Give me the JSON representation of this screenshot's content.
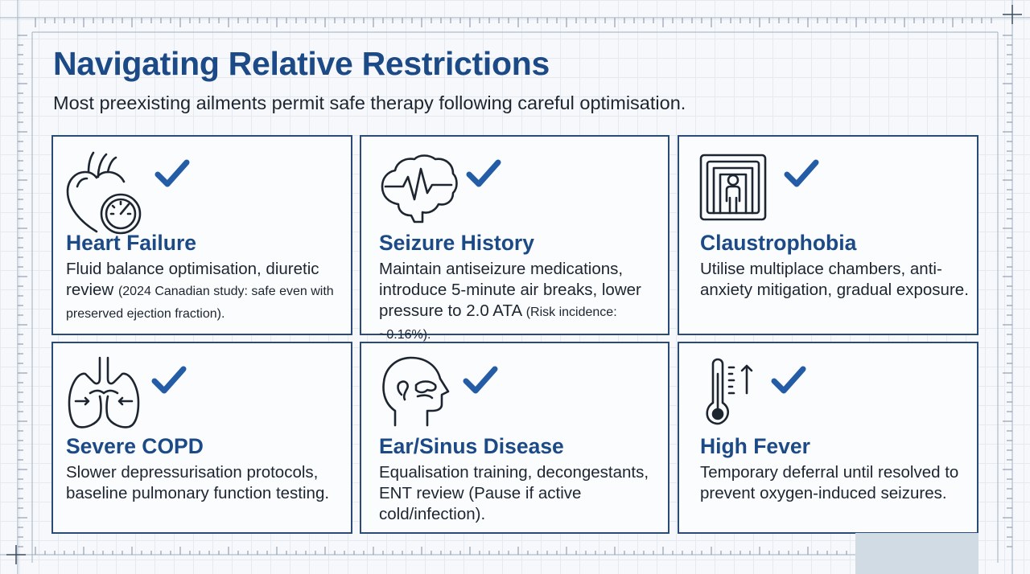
{
  "header": {
    "title": "Navigating Relative Restrictions",
    "subtitle": "Most preexisting ailments permit safe therapy following careful optimisation."
  },
  "colors": {
    "accent": "#1c4a86",
    "check": "#245da5",
    "border": "#2a4b78",
    "text": "#1d2530"
  },
  "cards": [
    {
      "icon": "heart-gauge-icon",
      "status_icon": "checkmark-icon",
      "title": "Heart Failure",
      "desc": "Fluid balance optimisation, diuretic review",
      "note": "(2024 Canadian study: safe even with preserved ejection fraction)."
    },
    {
      "icon": "brain-wave-icon",
      "status_icon": "checkmark-icon",
      "title": "Seizure History",
      "desc": "Maintain antiseizure medications, introduce 5-minute air breaks, lower pressure to 2.0 ATA",
      "note": "(Risk incidence: ~0.16%)."
    },
    {
      "icon": "enclosed-person-icon",
      "status_icon": "checkmark-icon",
      "title": "Claustrophobia",
      "desc": "Utilise multiplace chambers, anti-anxiety mitigation, gradual exposure.",
      "note": ""
    },
    {
      "icon": "lungs-icon",
      "status_icon": "checkmark-icon",
      "title": "Severe COPD",
      "desc": "Slower depressurisation protocols, baseline pulmonary function testing.",
      "note": ""
    },
    {
      "icon": "ear-sinus-icon",
      "status_icon": "checkmark-icon",
      "title": "Ear/Sinus Disease",
      "desc": "Equalisation training, decongestants, ENT review (Pause if active cold/infection).",
      "note": ""
    },
    {
      "icon": "thermometer-rising-icon",
      "status_icon": "checkmark-icon",
      "title": "High Fever",
      "desc": "Temporary deferral until resolved to prevent oxygen-induced seizures.",
      "note": ""
    }
  ]
}
